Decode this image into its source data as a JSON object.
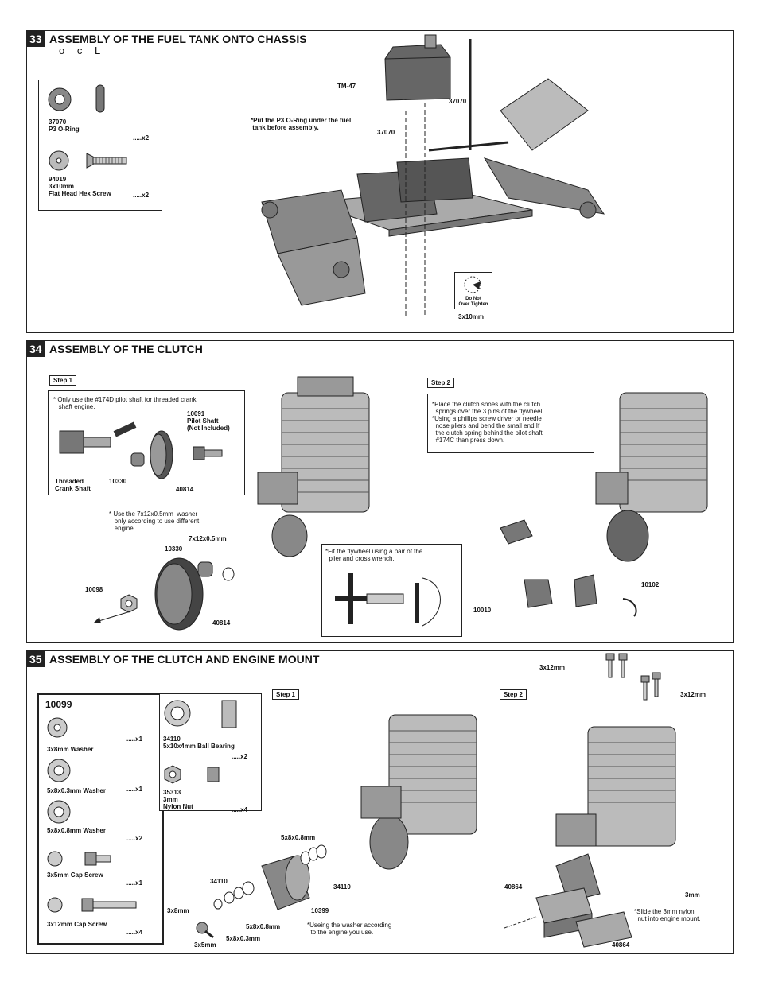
{
  "sec33": {
    "num": "33",
    "title": "ASSEMBLY OF THE FUEL TANK ONTO CHASSIS",
    "subtitle": "o c  L",
    "parts": [
      {
        "code": "37070",
        "name": "P3 O-Ring",
        "qty": ".....x2"
      },
      {
        "code": "94019",
        "size": "3x10mm",
        "name": "Flat Head Hex Screw",
        "qty": ".....x2"
      }
    ],
    "tm47": "TM-47",
    "oring_a": "37070",
    "oring_b": "37070",
    "note": "*Put the P3 O-Ring under the fuel\n tank before assembly.",
    "dont_tighten": "Do Not\nOver Tighten",
    "screw": "3x10mm"
  },
  "sec34": {
    "num": "34",
    "title": "ASSEMBLY OF THE CLUTCH",
    "step1": "Step 1",
    "step2": "Step 2",
    "note1": "* Only use the #174D pilot shaft for threaded crank\n   shaft engine.",
    "pilot": "10091\nPilot Shaft\n(Not Included)",
    "threaded": "Threaded\nCrank Shaft",
    "p10330a": "10330",
    "p40814a": "40814",
    "washer_note": "* Use the 7x12x0.5mm  washer\n   only according to use different\n   engine.",
    "washer": "7x12x0.5mm",
    "p10330b": "10330",
    "p10098": "10098",
    "p40814b": "40814",
    "fly_note": "*Fit the flywheel using a pair of the\n  plier and cross wrench.",
    "step2_note": "*Place the clutch shoes with the clutch\n  springs over the 3 pins of the flywheel.\n*Using a phillips screw driver or needle\n  nose pliers and bend the small end If\n  the clutch spring behind the pilot shaft\n  #174C than press down.",
    "p10102": "10102",
    "p10010": "10010"
  },
  "sec35": {
    "num": "35",
    "title": "ASSEMBLY OF THE CLUTCH AND ENGINE MOUNT",
    "bag": "10099",
    "parts": [
      {
        "name": "3x8mm Washer",
        "qty": ".....x1"
      },
      {
        "name": "5x8x0.3mm Washer",
        "qty": ".....x1"
      },
      {
        "name": "5x8x0.8mm Washer",
        "qty": ".....x2"
      },
      {
        "name": "3x5mm Cap Screw",
        "qty": ".....x1"
      },
      {
        "name": "3x12mm Cap Screw",
        "qty": ".....x4"
      }
    ],
    "bearing": "34110\n5x10x4mm Ball Bearing",
    "bearing_qty": ".....x2",
    "nut": "35313\n3mm\nNylon Nut",
    "nut_qty": ".....x4",
    "step1": "Step 1",
    "step2": "Step 2",
    "w08": "5x8x0.8mm",
    "b34110a": "34110",
    "b34110b": "34110",
    "p10399": "10399",
    "w3x8": "3x8mm",
    "w08b": "5x8x0.8mm",
    "w03": "5x8x0.3mm",
    "s3x5": "3x5mm",
    "washer_note": "*Useing the washer according\n  to the engine you use.",
    "s3x12a": "3x12mm",
    "s3x12b": "3x12mm",
    "m40864a": "40864",
    "m40864b": "40864",
    "nut3": "3mm",
    "nut_note": "*Slide the 3mm nylon\n  nut into engine mount."
  }
}
